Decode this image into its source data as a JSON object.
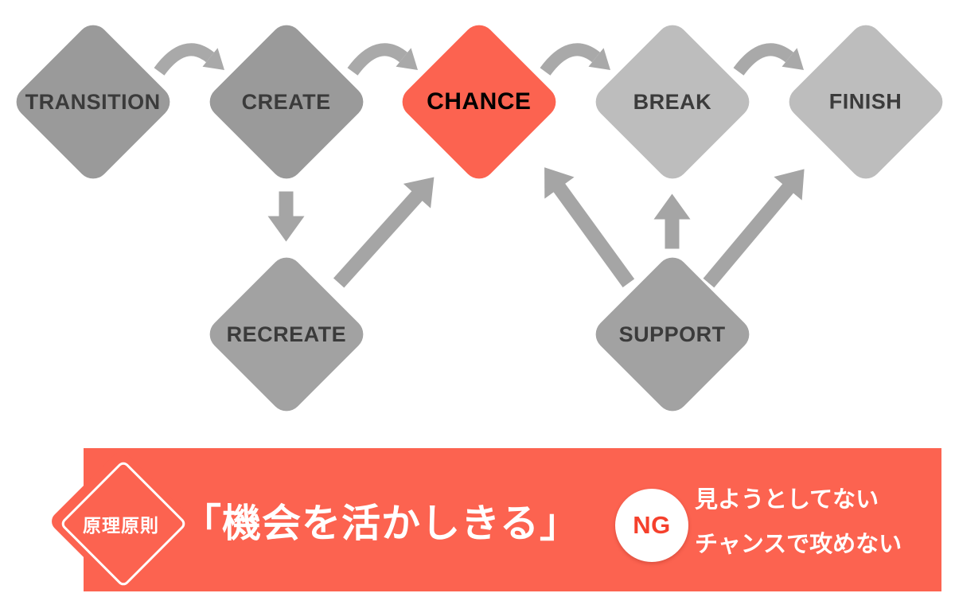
{
  "colors": {
    "accent_red": "#FC6350",
    "node_gray_dark": "#9A9A9A",
    "node_gray_medium": "#A2A2A2",
    "node_gray_light": "#BDBDBD",
    "arrow_gray": "#A7A7A7",
    "node_text": "#3B3B3B",
    "chance_text": "#000000",
    "ng_red": "#F5402C",
    "banner_text": "#FFFFFF"
  },
  "flow": {
    "nodes": {
      "transition": {
        "label": "TRANSITION"
      },
      "create": {
        "label": "CREATE"
      },
      "chance": {
        "label": "CHANCE"
      },
      "break": {
        "label": "BREAK"
      },
      "finish": {
        "label": "FINISH"
      },
      "recreate": {
        "label": "RECREATE"
      },
      "support": {
        "label": "SUPPORT"
      }
    },
    "connections": [
      "transition→create",
      "create→chance",
      "chance→break",
      "break→finish",
      "create→recreate",
      "recreate→chance",
      "support→chance",
      "support→break",
      "support→finish"
    ]
  },
  "banner": {
    "badge_label": "原理原則",
    "headline": "「機会を活かしきる」",
    "ng_label": "NG",
    "notes": {
      "line1": "見ようとしてない",
      "line2": "チャンスで攻めない"
    }
  }
}
